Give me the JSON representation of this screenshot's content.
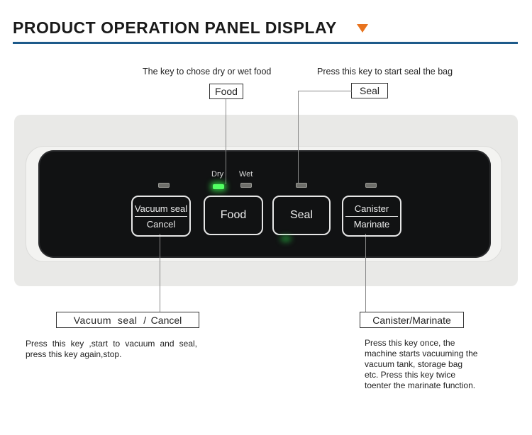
{
  "header": {
    "title": "PRODUCT OPERATION PANEL DISPLAY",
    "accent_color": "#e8731e",
    "rule_color": "#1d5a8a"
  },
  "callouts": {
    "food_hint": "The key to chose dry or wet food",
    "seal_hint": "Press this key to start seal the bag",
    "food_label": "Food",
    "seal_label": "Seal",
    "vacuum_label_left": "Vacuum  seal  /",
    "vacuum_label_right": "Cancel",
    "canister_label": "Canister/Marinate",
    "vacuum_desc": "Press  this  key  ,start  to  vacuum  and seal, press this key again,stop.",
    "canister_desc": "Press this key once, the machine starts vacuuming the vacuum tank, storage bag etc. Press this key twice toenter the marinate function."
  },
  "panel": {
    "dry_label": "Dry",
    "wet_label": "Wet",
    "keys": {
      "vacuum_top": "Vacuum seal",
      "vacuum_bottom": "Cancel",
      "food": "Food",
      "seal": "Seal",
      "canister_top": "Canister",
      "canister_bottom": "Marinate"
    },
    "led_on_color": "#52ff62"
  }
}
